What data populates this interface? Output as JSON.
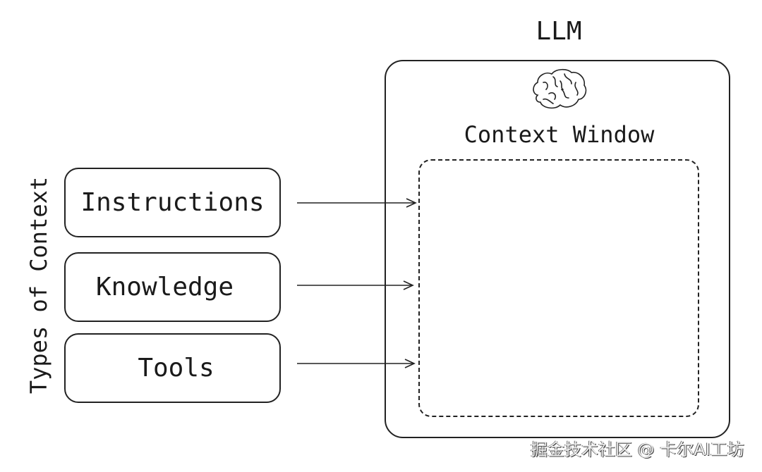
{
  "llm": {
    "title": "LLM",
    "icon": "brain-icon"
  },
  "context_window": {
    "title": "Context Window"
  },
  "types_label": "Types of Context",
  "context_types": [
    {
      "label": "Instructions"
    },
    {
      "label": "Knowledge"
    },
    {
      "label": "Tools"
    }
  ],
  "watermark": "掘金技术社区 @ 卡尔AI工坊"
}
